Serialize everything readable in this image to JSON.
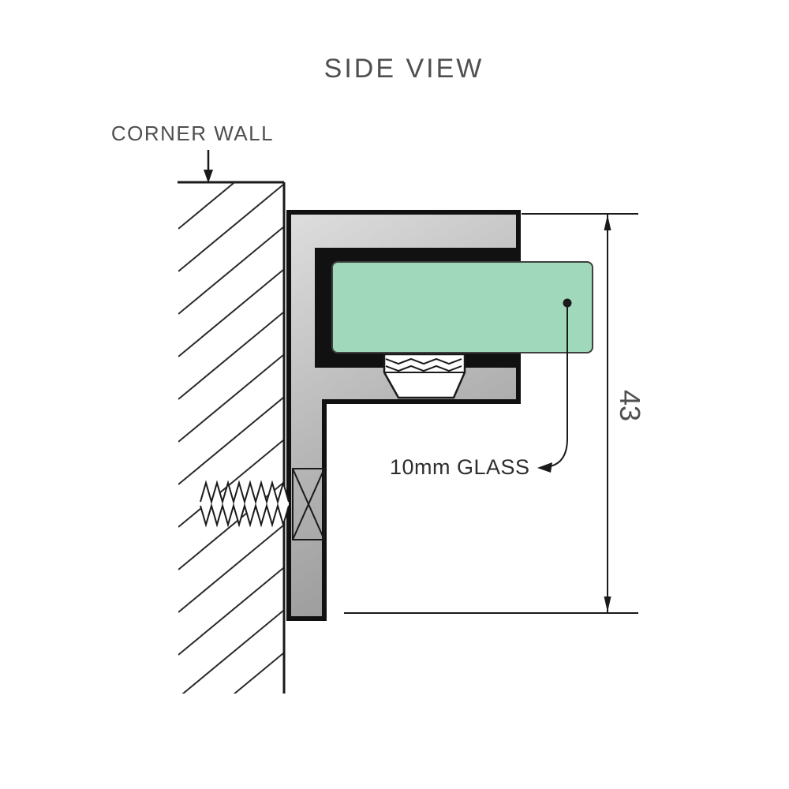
{
  "title": "SIDE VIEW",
  "diagram": {
    "wall_label": "CORNER WALL",
    "glass_label": "10mm GLASS",
    "dimension_value": "43"
  },
  "colors": {
    "glass_fill": "#9fd8ba",
    "glass_stroke": "#3f3f3f",
    "metal_light": "#dedede",
    "metal_mid": "#b4b4b4",
    "metal_dark": "#8c8c8c",
    "line": "#1a1a1a",
    "text_gray": "#4f4f4f",
    "text_dark": "#2e2e2e"
  }
}
